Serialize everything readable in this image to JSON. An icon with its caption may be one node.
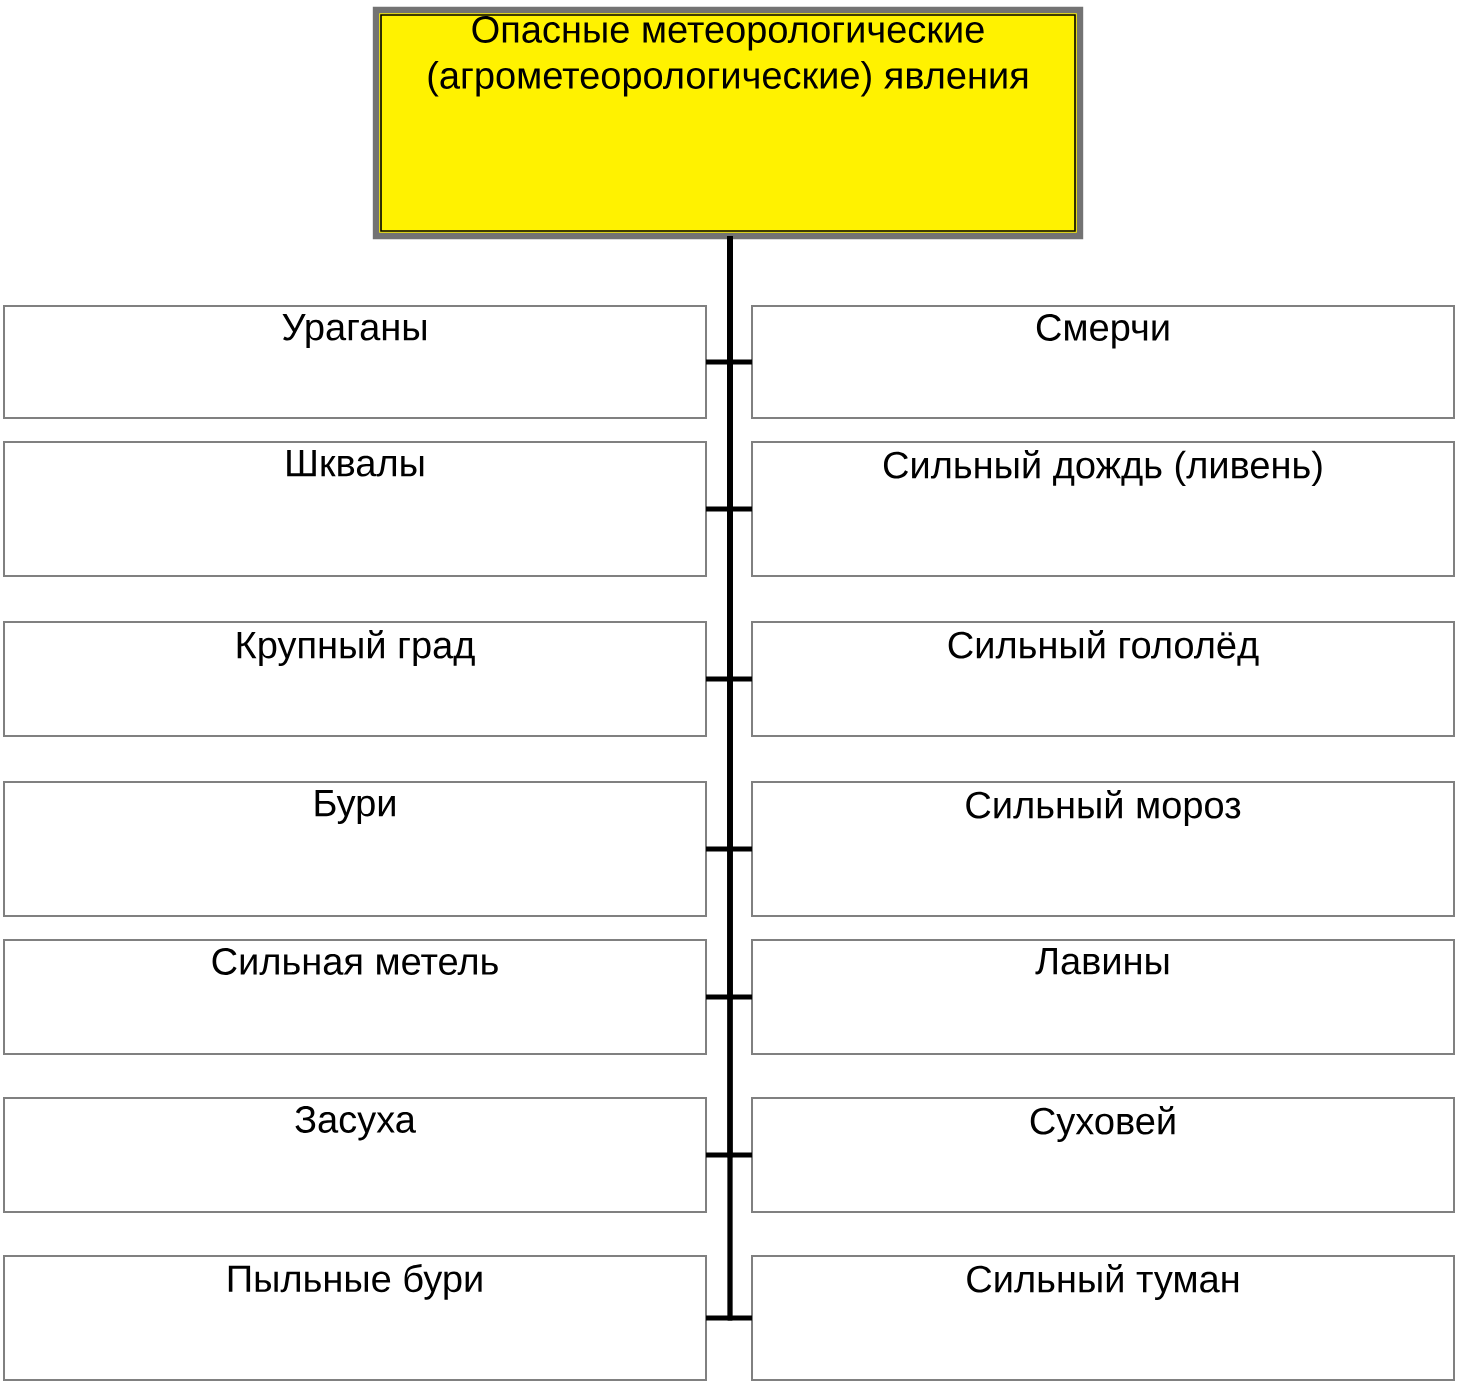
{
  "diagram": {
    "nodes": [
      {
        "text": [
          "Опасные метеорологические (агрометеорологические) явления"
        ]
      },
      {
        "text": [
          "Ураганы"
        ]
      },
      {
        "text": [
          "Смерчи"
        ]
      },
      {
        "text": [
          "Шквалы"
        ]
      },
      {
        "text": [
          "Сильный дождь (ливень)"
        ]
      },
      {
        "text": [
          "Крупный град"
        ]
      },
      {
        "text": [
          "Сильный гололёд"
        ]
      },
      {
        "text": [
          "Бури"
        ]
      },
      {
        "text": [
          "Сильный мороз"
        ]
      },
      {
        "text": [
          "Сильная метель"
        ]
      },
      {
        "text": [
          "Лавины"
        ]
      },
      {
        "text": [
          "Засуха"
        ]
      },
      {
        "text": [
          "Суховей"
        ]
      },
      {
        "text": [
          "Пыльные бури"
        ]
      },
      {
        "text": [
          "Сильный туман"
        ]
      }
    ],
    "edges": [
      {
        "from": 0,
        "to": 1,
        "arrow": "none"
      },
      {
        "from": 0,
        "to": 2,
        "arrow": "none"
      },
      {
        "from": 0,
        "to": 3,
        "arrow": "none"
      },
      {
        "from": 0,
        "to": 4,
        "arrow": "none"
      },
      {
        "from": 0,
        "to": 5,
        "arrow": "none"
      },
      {
        "from": 0,
        "to": 6,
        "arrow": "none"
      },
      {
        "from": 0,
        "to": 7,
        "arrow": "none"
      },
      {
        "from": 0,
        "to": 8,
        "arrow": "none"
      },
      {
        "from": 0,
        "to": 9,
        "arrow": "none"
      },
      {
        "from": 0,
        "to": 10,
        "arrow": "none"
      },
      {
        "from": 0,
        "to": 11,
        "arrow": "none"
      },
      {
        "from": 0,
        "to": 12,
        "arrow": "none"
      },
      {
        "from": 0,
        "to": 13,
        "arrow": "none"
      },
      {
        "from": 0,
        "to": 14,
        "arrow": "none"
      }
    ]
  }
}
